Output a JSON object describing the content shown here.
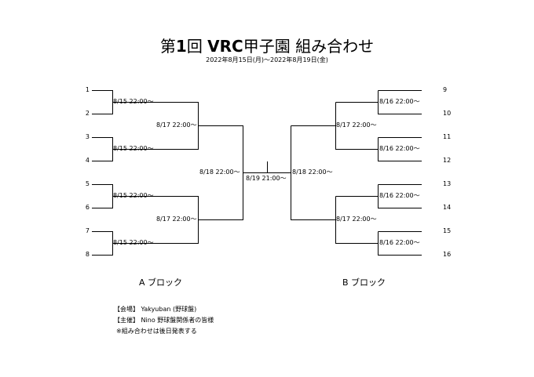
{
  "title": {
    "prefix": "第",
    "number": "1",
    "kai": "回",
    "vrc": "VRC",
    "rest": "甲子園 組み合わせ"
  },
  "subtitle": "2022年8月15日(月)〜2022年8月19日(金)",
  "seeds": {
    "left": [
      "1",
      "2",
      "3",
      "4",
      "5",
      "6",
      "7",
      "8"
    ],
    "right": [
      "9",
      "10",
      "11",
      "12",
      "13",
      "14",
      "15",
      "16"
    ]
  },
  "block_a": {
    "round1": [
      "8/15 22:00〜",
      "8/15 22:00〜",
      "8/15 22:00〜",
      "8/15 22:00〜"
    ],
    "round2": [
      "8/17 22:00〜",
      "8/17 22:00〜"
    ],
    "semifinal": "8/18 22:00〜"
  },
  "block_b": {
    "round1": [
      "8/16 22:00〜",
      "8/16 22:00〜",
      "8/16 22:00〜",
      "8/16 22:00〜"
    ],
    "round2": [
      "8/17 22:00〜",
      "8/17 22:00〜"
    ],
    "semifinal": "8/18 22:00〜"
  },
  "final": "8/19 21:00〜",
  "block_labels": {
    "a": "A ブロック",
    "b": "B ブロック"
  },
  "notes": {
    "venue": "【会場】 Yakyuban (野球盤)",
    "host": "【主催】 Nino 野球盤関係者の皆様",
    "footnote": "※組み合わせは後日発表する"
  }
}
